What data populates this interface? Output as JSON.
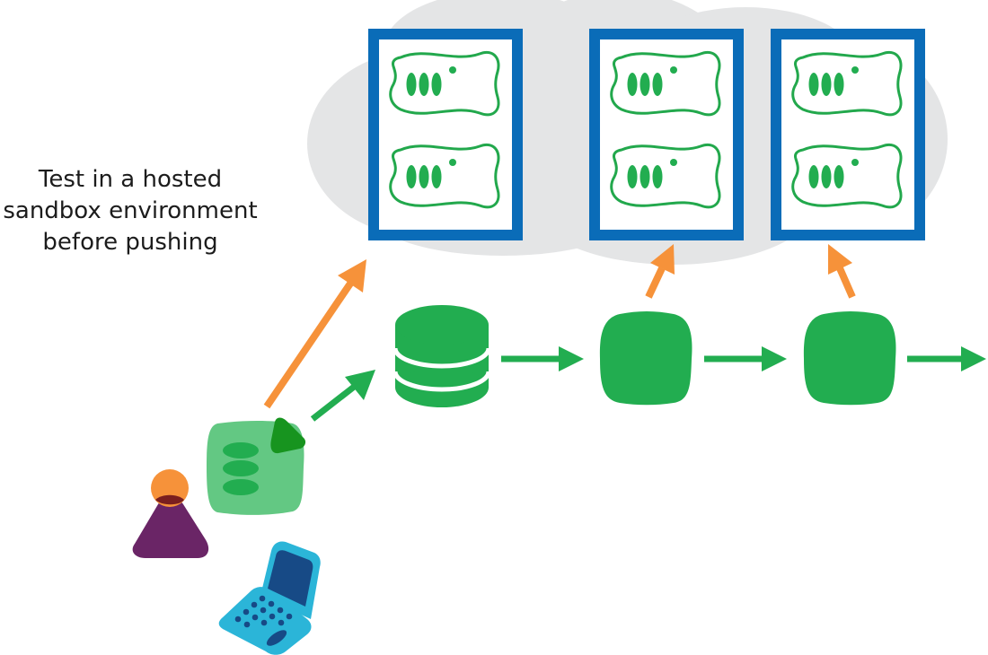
{
  "caption": {
    "lines": [
      "Test in a hosted",
      "sandbox environment",
      "before pushing"
    ]
  },
  "colors": {
    "cloud": "#e4e5e6",
    "server_frame": "#0a6cb8",
    "server_inner": "#ffffff",
    "server_unit_stroke": "#22a84c",
    "green": "#22ad50",
    "light_green": "#63c883",
    "orange": "#f6923a",
    "purple": "#6a2566",
    "dark_red": "#7a1f1f",
    "laptop_light": "#2bb5d8",
    "laptop_dark": "#174a86",
    "text": "#1c1c1c"
  },
  "icons": {
    "cloud": "cloud-icon",
    "server_racks": [
      "server-rack-icon",
      "server-rack-icon",
      "server-rack-icon"
    ],
    "database": "database-icon",
    "environments": [
      "environment-node-icon",
      "environment-node-icon"
    ],
    "developer": "developer-person-icon",
    "laptop": "laptop-icon",
    "code_change": "code-change-icon"
  }
}
